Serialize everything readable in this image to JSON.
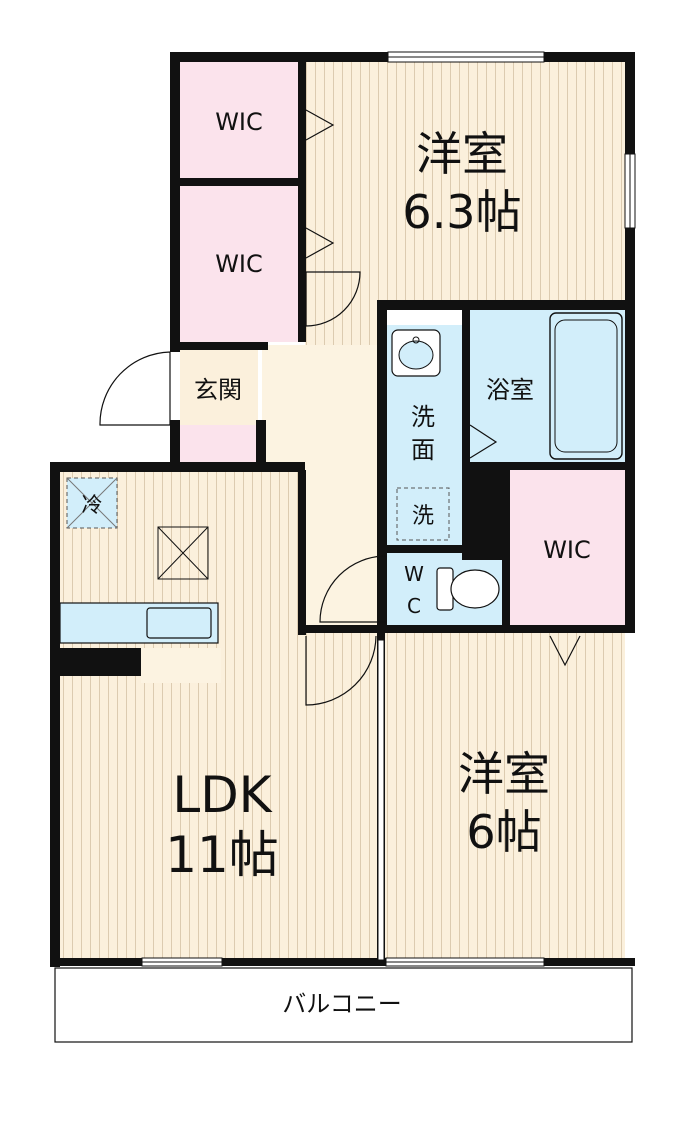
{
  "colors": {
    "wall": "#111111",
    "floor": "#fbf0dc",
    "floor_line": "#dccbb0",
    "wic": "#fbe3ec",
    "wet": "#d2eefa",
    "entry": "#fbe3ec",
    "plain": "#fcf3e1"
  },
  "rooms": {
    "wic1": "WIC",
    "wic2": "WIC",
    "wic3": "WIC",
    "bedroom1": {
      "name": "洋室",
      "size": "6.3帖"
    },
    "bedroom2": {
      "name": "洋室",
      "size": "6帖"
    },
    "ldk": {
      "name": "LDK",
      "size": "11帖"
    },
    "bath": "浴室",
    "washroom_a": "洗",
    "washroom_b": "面",
    "washer": "洗",
    "toilet_a": "W",
    "toilet_b": "C",
    "entrance": "玄関",
    "fridge": "冷",
    "balcony": "バルコニー"
  }
}
